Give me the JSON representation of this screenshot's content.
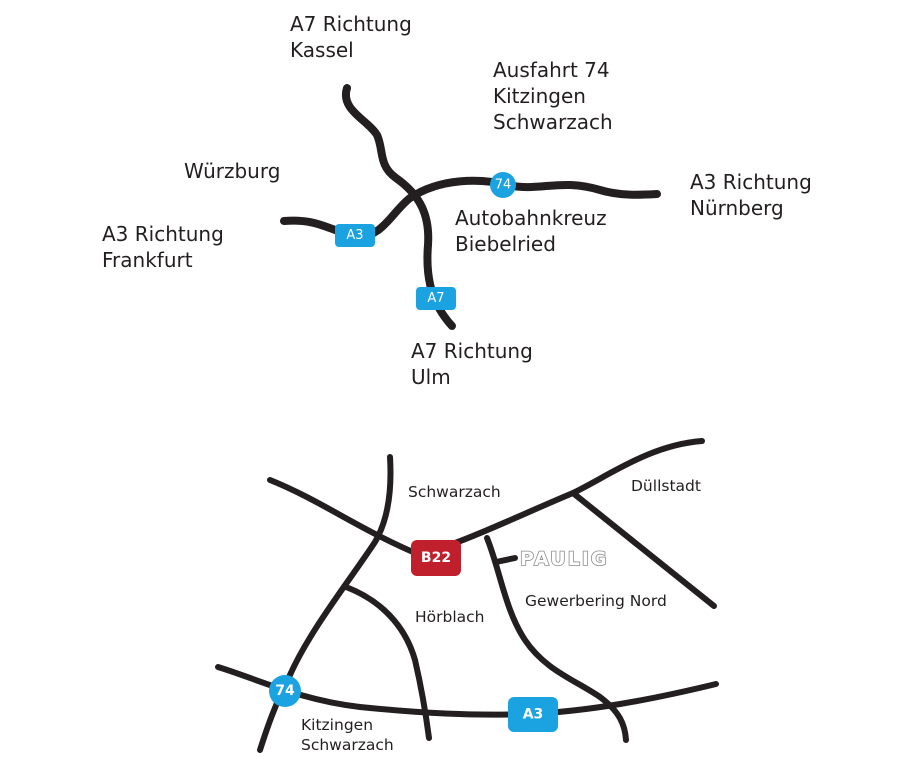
{
  "colors": {
    "road": "#231f20",
    "autobahn_shield": "#1aa3e0",
    "bundesstrasse_shield": "#c0202b",
    "logo_gray": "#8c8c8c"
  },
  "overview_map": {
    "labels": {
      "a7_north_line1": "A7 Richtung",
      "a7_north_line2": "Kassel",
      "exit74_line1": "Ausfahrt 74",
      "exit74_line2": "Kitzingen",
      "exit74_line3": "Schwarzach",
      "wuerzburg": "Würzburg",
      "a3_east_line1": "A3 Richtung",
      "a3_east_line2": "Nürnberg",
      "a3_west_line1": "A3 Richtung",
      "a3_west_line2": "Frankfurt",
      "interchange_line1": "Autobahnkreuz",
      "interchange_line2": "Biebelried",
      "a7_south_line1": "A7 Richtung",
      "a7_south_line2": "Ulm"
    },
    "shields": {
      "a3": "A3",
      "a7": "A7",
      "exit74": "74"
    }
  },
  "detail_map": {
    "labels": {
      "schwarzach": "Schwarzach",
      "duellstadt": "Düllstadt",
      "gewerbering": "Gewerbering Nord",
      "hoerblach": "Hörblach",
      "kitzingen_line1": "Kitzingen",
      "kitzingen_line2": "Schwarzach"
    },
    "shields": {
      "b22": "B22",
      "exit74": "74",
      "a3": "A3"
    },
    "logo": "PAULIG"
  }
}
